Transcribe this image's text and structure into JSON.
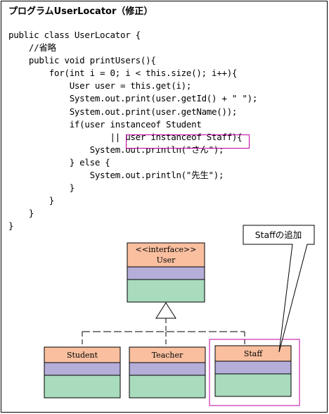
{
  "title": "プログラムUserLocator（修正）",
  "code_lines": [
    "public class UserLocator {",
    "    //省略",
    "    public void printUsers(){",
    "        for(int i = 0; i < this.size(); i++){",
    "            User user = this.get(i);",
    "            System.out.print(user.getId() + \" \");",
    "            System.out.print(user.getName());",
    "            if(user instanceof Student",
    "                    || user instanceof Staff){",
    "                System.out.println(\"さん\");",
    "            } else {",
    "                System.out.println(\"先生\");",
    "            }",
    "        }",
    "    }",
    "}"
  ],
  "uml": {
    "interface": {
      "stereotype": "<<interface>>",
      "name": "User"
    },
    "classes": [
      {
        "name": "Student"
      },
      {
        "name": "Teacher"
      },
      {
        "name": "Staff"
      }
    ]
  },
  "callout": {
    "text": "Staffの追加"
  },
  "colors": {
    "name_compartment": "#f9bf9f",
    "attribute_compartment": "#b5aed8",
    "operation_compartment": "#a9dbbd",
    "highlight": "#c000a0"
  }
}
